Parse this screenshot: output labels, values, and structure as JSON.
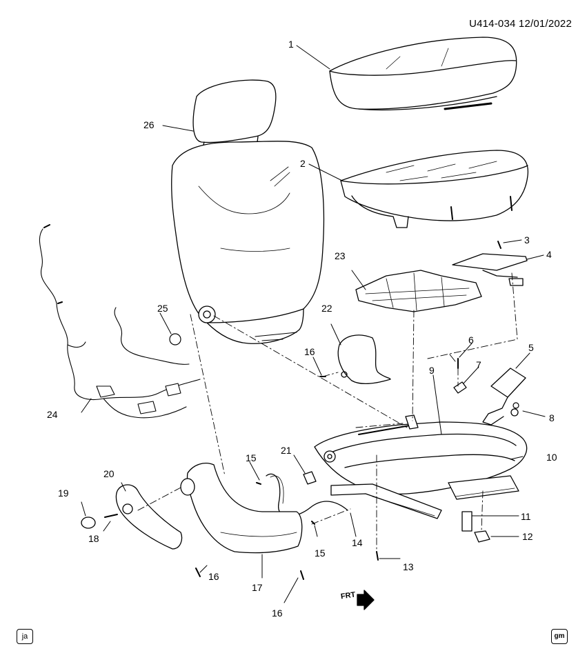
{
  "header": {
    "ref": "U414-034  12/01/2022"
  },
  "callouts": {
    "c1": "1",
    "c2": "2",
    "c3": "3",
    "c4": "4",
    "c5": "5",
    "c6": "6",
    "c7": "7",
    "c8": "8",
    "c9": "9",
    "c10": "10",
    "c11": "11",
    "c12": "12",
    "c13": "13",
    "c14": "14",
    "c15a": "15",
    "c15b": "15",
    "c16a": "16",
    "c16b": "16",
    "c16c": "16",
    "c17": "17",
    "c18": "18",
    "c19": "19",
    "c20": "20",
    "c21": "21",
    "c22": "22",
    "c23": "23",
    "c24": "24",
    "c25": "25",
    "c26": "26"
  },
  "frt_label": "FRT",
  "badges": {
    "left": "ja",
    "right": "gm"
  }
}
